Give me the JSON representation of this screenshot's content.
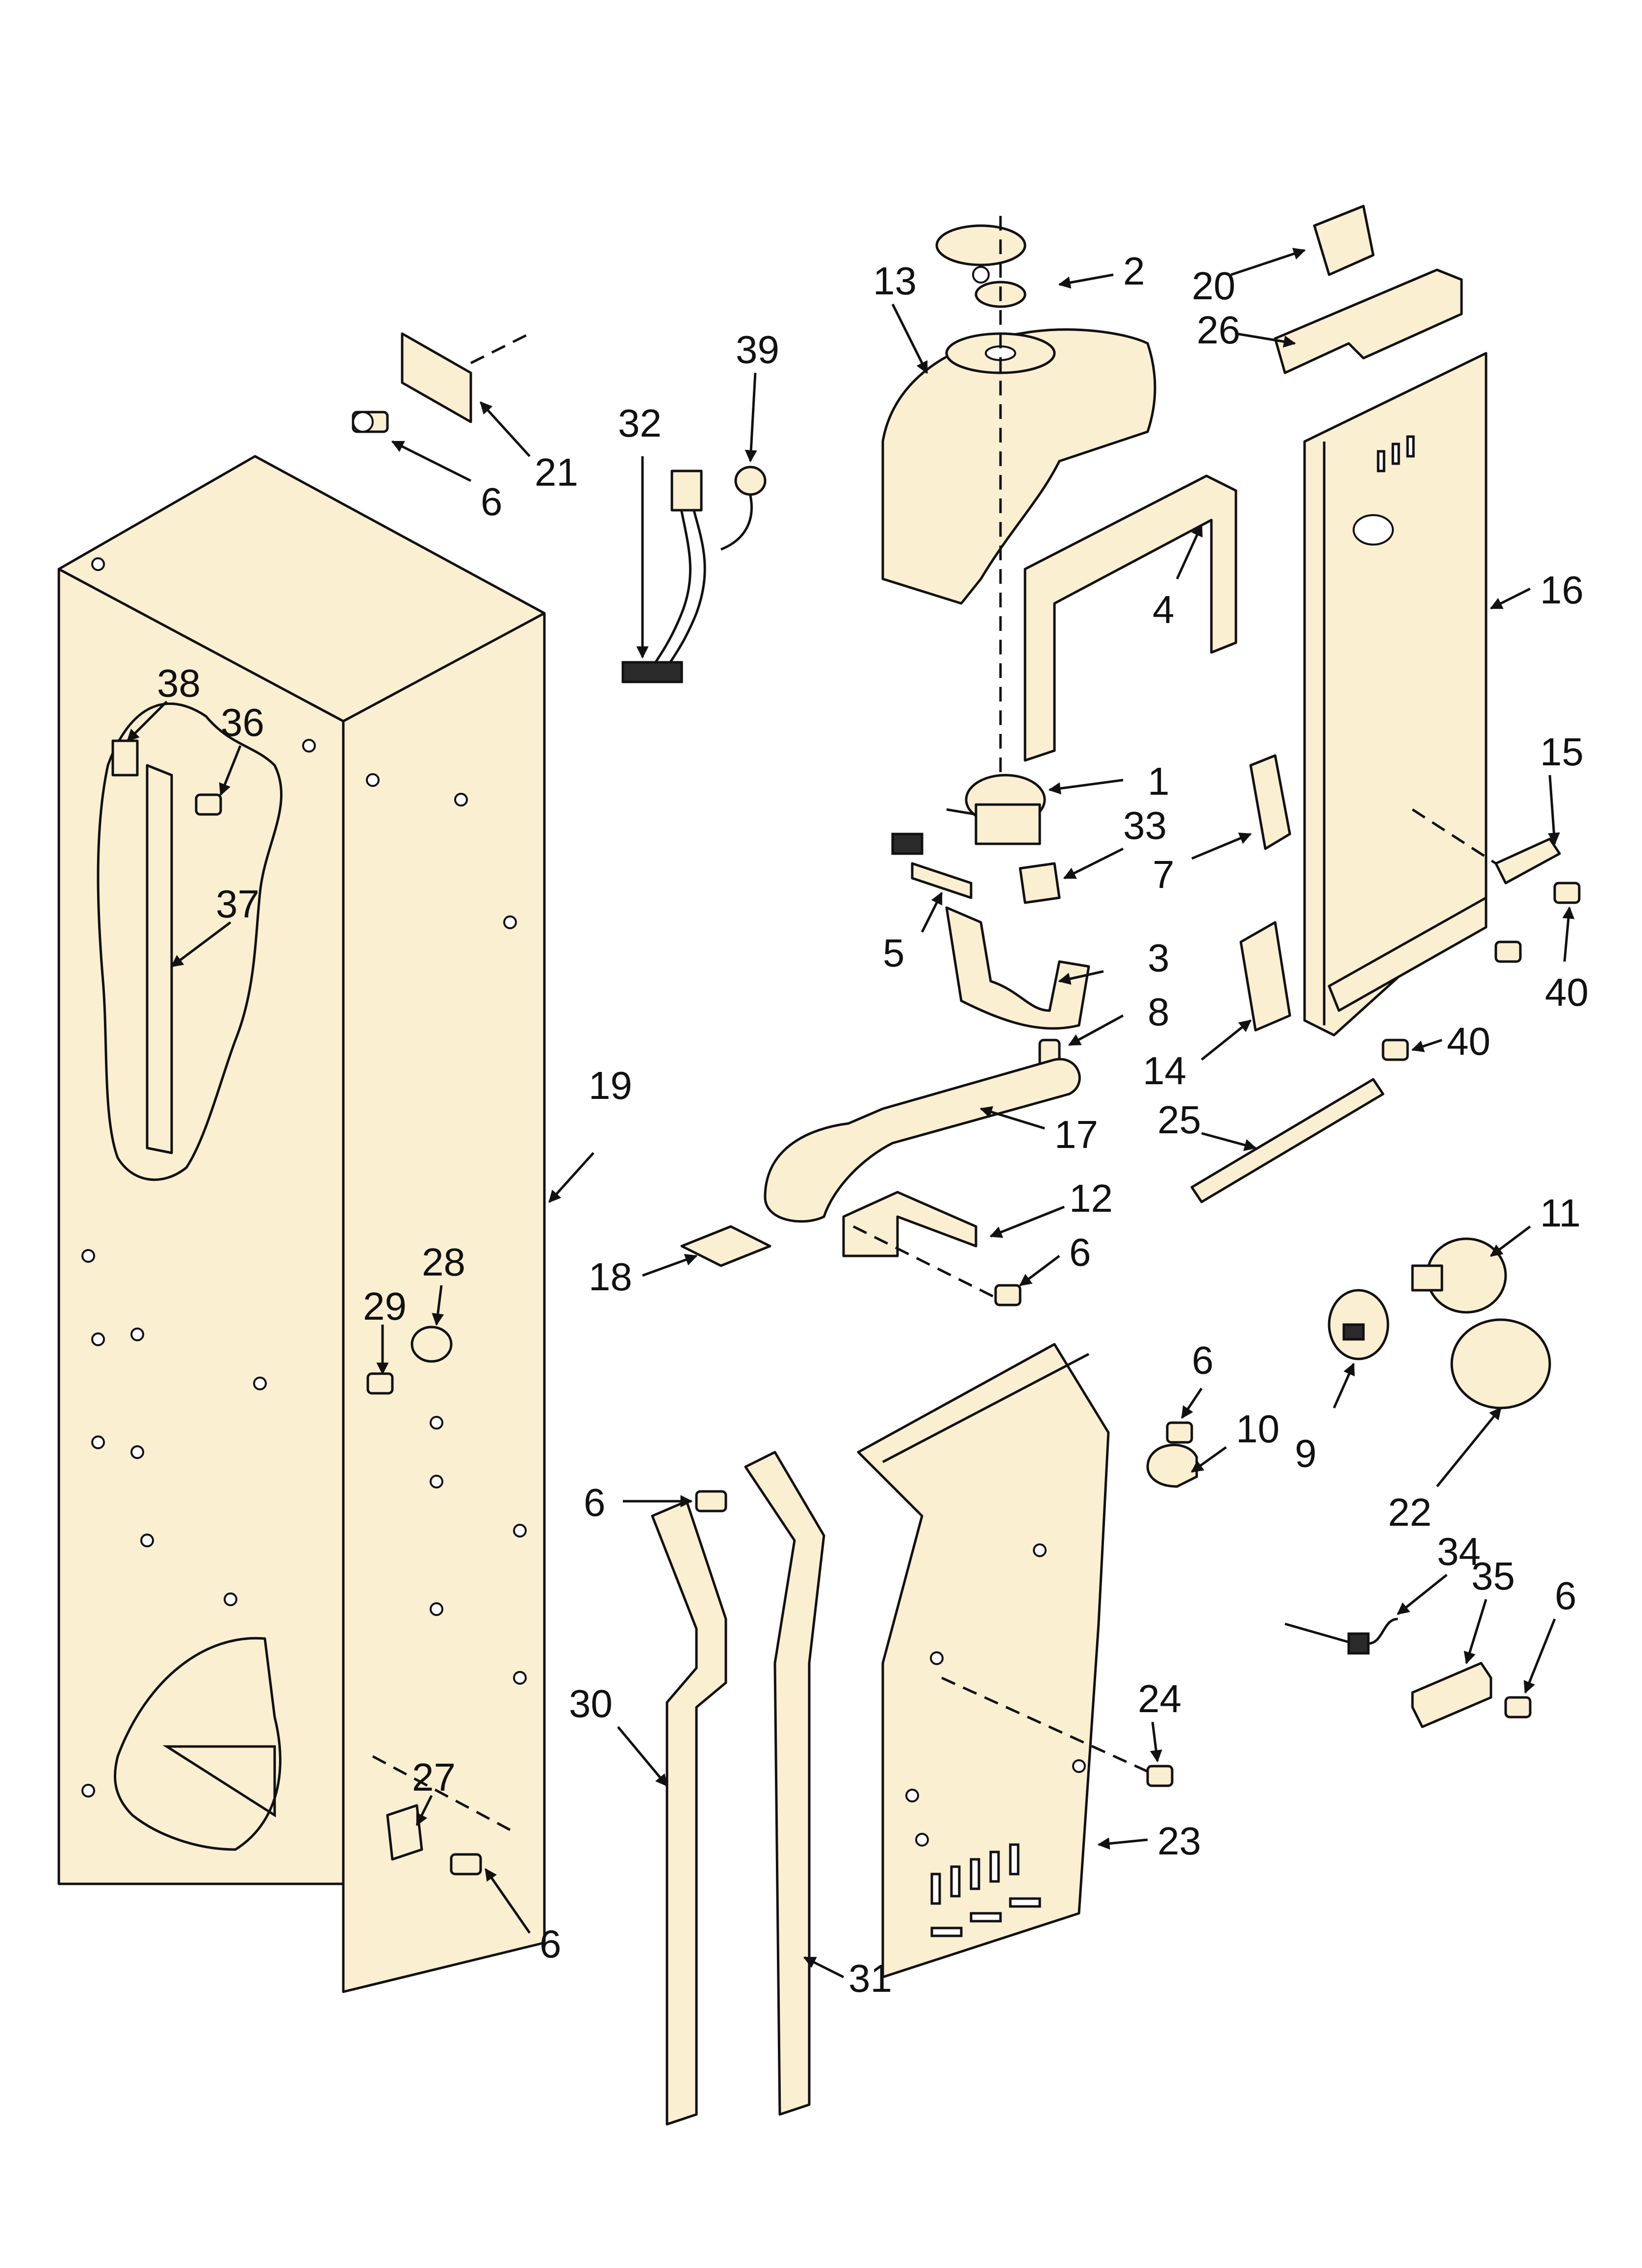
{
  "callouts": {
    "p1": "1",
    "p2": "2",
    "p3": "3",
    "p4": "4",
    "p5": "5",
    "p6a": "6",
    "p6b": "6",
    "p6c": "6",
    "p6d": "6",
    "p6e": "6",
    "p6f": "6",
    "p7": "7",
    "p8": "8",
    "p9": "9",
    "p10": "10",
    "p11": "11",
    "p12": "12",
    "p13": "13",
    "p14": "14",
    "p15": "15",
    "p16": "16",
    "p17": "17",
    "p18": "18",
    "p19": "19",
    "p20": "20",
    "p21": "21",
    "p22": "22",
    "p23": "23",
    "p24": "24",
    "p25": "25",
    "p26": "26",
    "p27": "27",
    "p28": "28",
    "p29": "29",
    "p30": "30",
    "p31": "31",
    "p32": "32",
    "p33": "33",
    "p34": "34",
    "p35": "35",
    "p36": "36",
    "p37": "37",
    "p38": "38",
    "p39": "39",
    "p40a": "40",
    "p40b": "40"
  },
  "colors": {
    "part_fill": "#fbefd2",
    "outline": "#111111",
    "background": "#ffffff"
  }
}
